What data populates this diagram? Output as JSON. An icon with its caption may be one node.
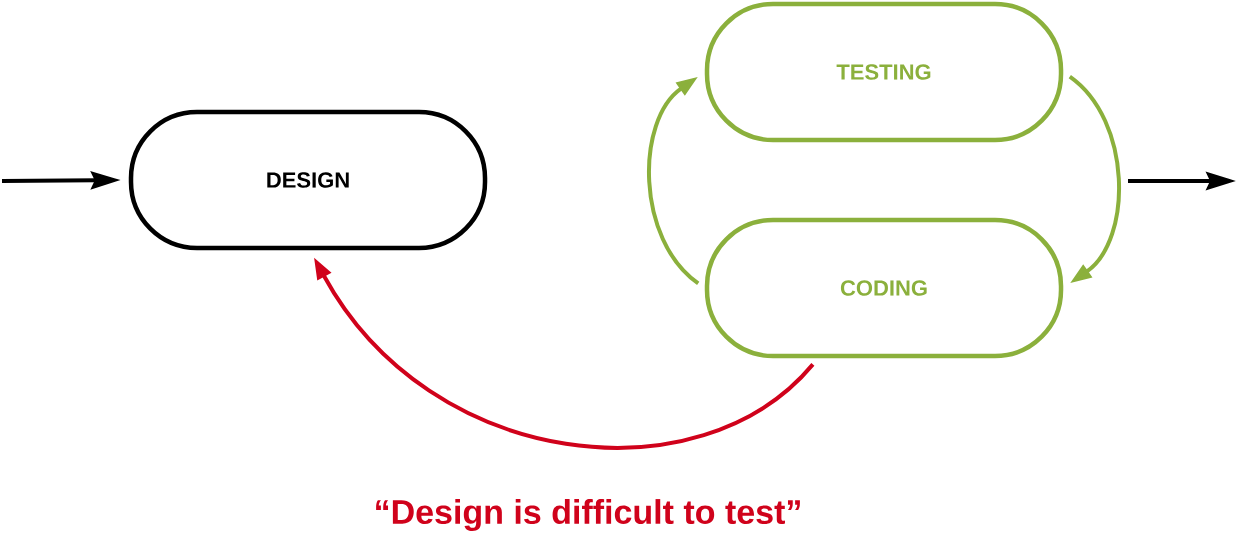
{
  "diagram": {
    "nodes": [
      {
        "text": [
          "DESIGN"
        ]
      },
      {
        "text": [
          "TESTING"
        ]
      },
      {
        "text": [
          "CODING"
        ]
      }
    ],
    "edges": [
      {
        "from": null,
        "to": 0,
        "arrow": "to",
        "color": "#000000"
      },
      {
        "from": 2,
        "to": 1,
        "arrow": "to"
      },
      {
        "from": 1,
        "to": 2,
        "arrow": "to"
      },
      {
        "from": 2,
        "to": 0,
        "arrow": "to",
        "color": "#d0021b"
      }
    ],
    "labels": [
      "“Design is difficult to test”"
    ]
  }
}
